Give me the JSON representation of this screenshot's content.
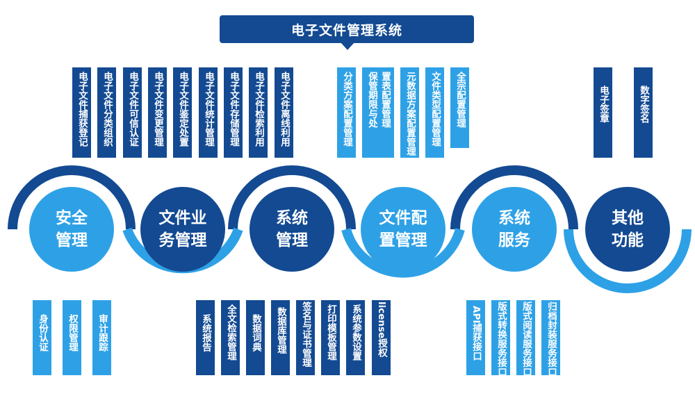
{
  "title": "电子文件管理系统",
  "circles": [
    {
      "line1": "安全",
      "line2": "管理",
      "color": "#2ea1e6"
    },
    {
      "line1": "文件业",
      "line2": "务管理",
      "color": "#134a92"
    },
    {
      "line1": "系统",
      "line2": "管理",
      "color": "#134a92"
    },
    {
      "line1": "文件配",
      "line2": "置管理",
      "color": "#2ea1e6"
    },
    {
      "line1": "系统",
      "line2": "服务",
      "color": "#2ea1e6"
    },
    {
      "line1": "其他",
      "line2": "功能",
      "color": "#134a92"
    }
  ],
  "top_groups": {
    "business": [
      "电子文件捕获登记",
      "电子文件分类组织",
      "电子文件可信认证",
      "电子文件变更管理",
      "电子文件鉴定处置",
      "电子文件统计管理",
      "电子文件存储管理",
      "电子文件检索利用",
      "电子文件离线利用"
    ],
    "config": [
      [
        "分类方案配置管理"
      ],
      [
        "保管期限与处",
        "置表配置管理"
      ],
      [
        "元数据方案配置管理"
      ],
      [
        "文件类型配置管理"
      ],
      [
        "全宗配置管理"
      ]
    ],
    "other": [
      "电子签章",
      "数字签名"
    ]
  },
  "bottom_groups": {
    "security": [
      "身份认证",
      "权限管理",
      "审计跟踪"
    ],
    "system": [
      "系统报告",
      "全文检索管理",
      "数据词典",
      "数据库管理",
      "签名与证书管理",
      "打印模板管理",
      "系统参数设置",
      "license授权"
    ],
    "service": [
      "API捕获接口",
      "版式转换服务接口",
      "版式阅读服务接口",
      "归档封装服务接口"
    ]
  },
  "colors": {
    "dark": "#134a92",
    "light": "#2ea1e6"
  }
}
